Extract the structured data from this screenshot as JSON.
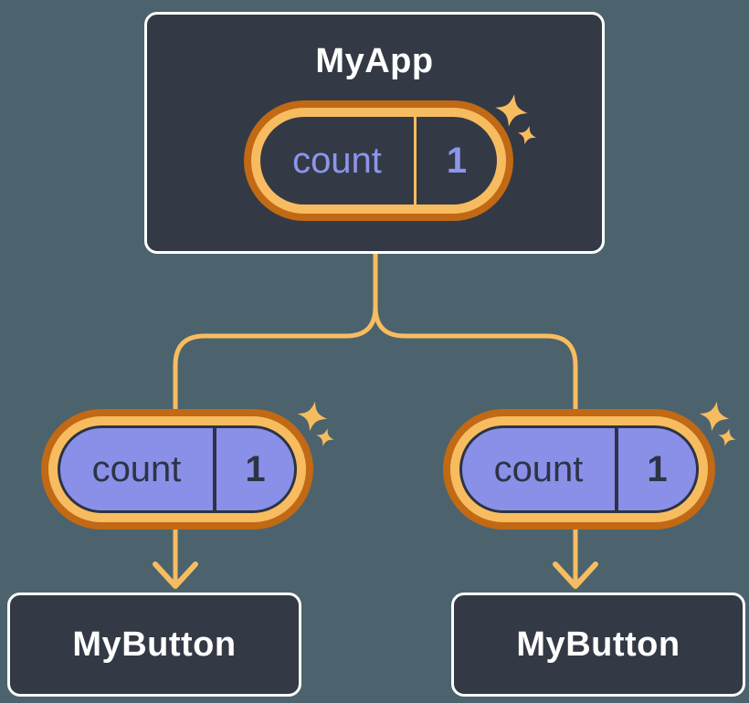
{
  "colors": {
    "background": "#4C636D",
    "box_fill": "#333A45",
    "box_border": "#FFFFFF",
    "line": "#F8BC60",
    "ring_outer": "#C16914",
    "ring_inner": "#F8BC60",
    "pill_fill_dark": "#333A45",
    "pill_fill_purple": "#8A90E8",
    "pill_dark_outline": "#2D3344",
    "text_light": "#FFFFFF",
    "text_purple": "#8D95EC",
    "text_dark": "#2D3344"
  },
  "tree": {
    "root": {
      "label": "MyApp",
      "state": {
        "name": "count",
        "value": "1"
      }
    },
    "children": [
      {
        "label": "MyButton",
        "prop": {
          "name": "count",
          "value": "1"
        }
      },
      {
        "label": "MyButton",
        "prop": {
          "name": "count",
          "value": "1"
        }
      }
    ]
  }
}
